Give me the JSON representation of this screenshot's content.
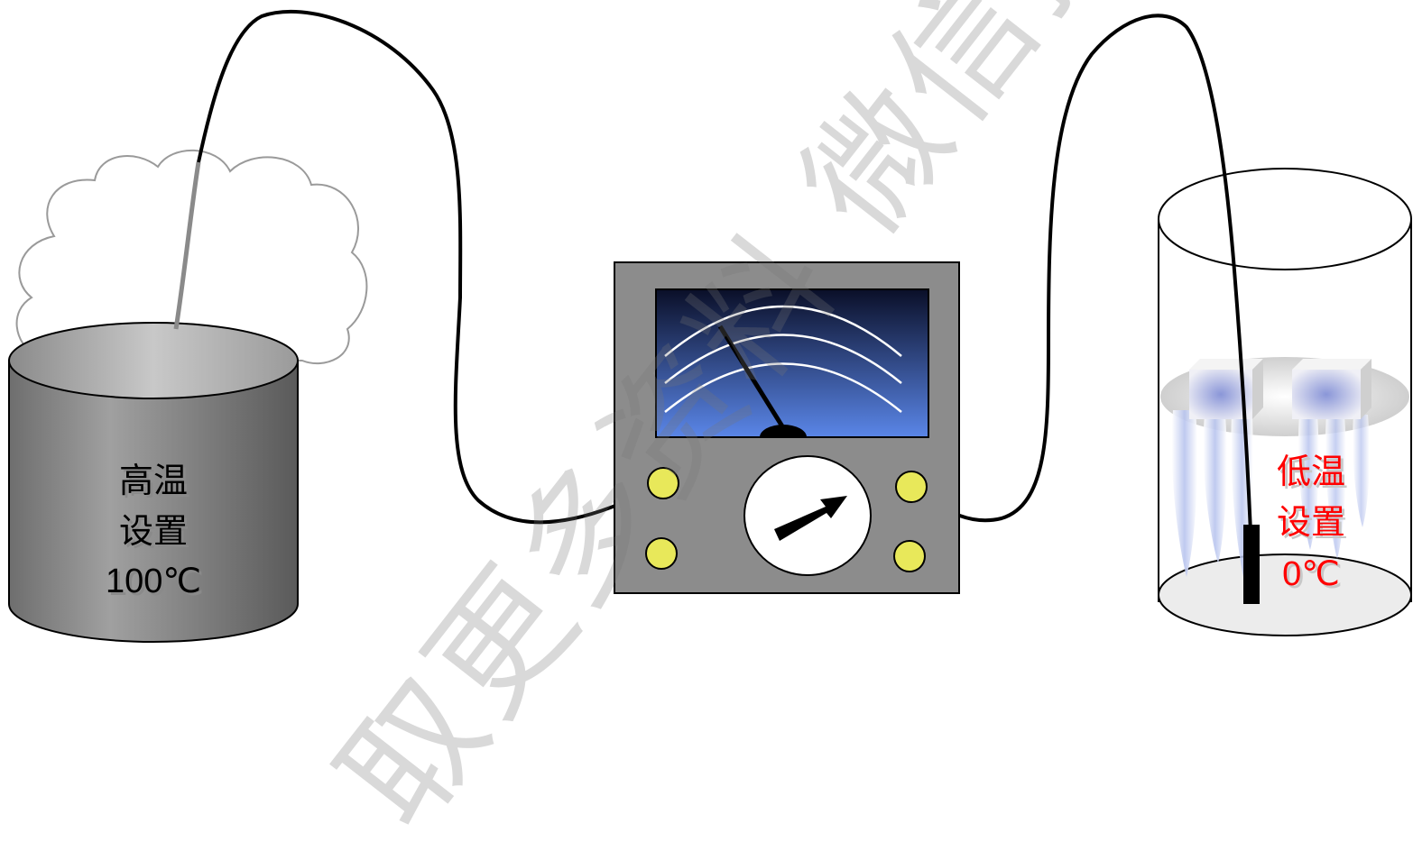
{
  "hot_container": {
    "line1": "高温",
    "line2": "设置",
    "temperature": "100℃"
  },
  "cold_container": {
    "line1": "低温",
    "line2": "设置",
    "temperature": "0℃"
  },
  "watermark": {
    "text": "取更多资料 微信搜索"
  },
  "colors": {
    "cold_text": "#ff0000",
    "terminal": "#e8e85a",
    "meter_body": "#8c8c8c",
    "dial_top": "#0a0f28",
    "dial_bottom": "#5a86e8",
    "wire": "#000000"
  }
}
